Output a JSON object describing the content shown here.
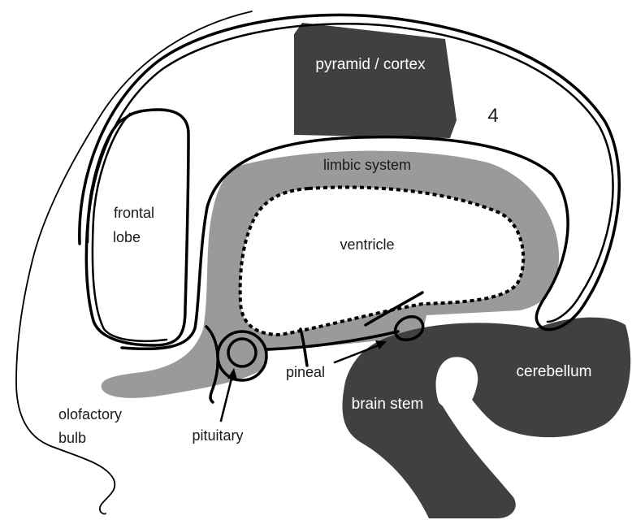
{
  "labels": {
    "pyramid": "pyramid / cortex",
    "number": "4",
    "limbic": "limbic system",
    "frontal_line1": "frontal",
    "frontal_line2": "lobe",
    "ventricle": "ventricle",
    "pineal": "pineal",
    "cerebellum": "cerebellum",
    "brain_stem": "brain stem",
    "olfactory_line1": "olofactory",
    "olfactory_line2": "bulb",
    "pituitary": "pituitary"
  },
  "colors": {
    "dark_region": "#404040",
    "limbic_gray": "#9a9a9a",
    "outline": "#000000",
    "background": "#ffffff"
  }
}
